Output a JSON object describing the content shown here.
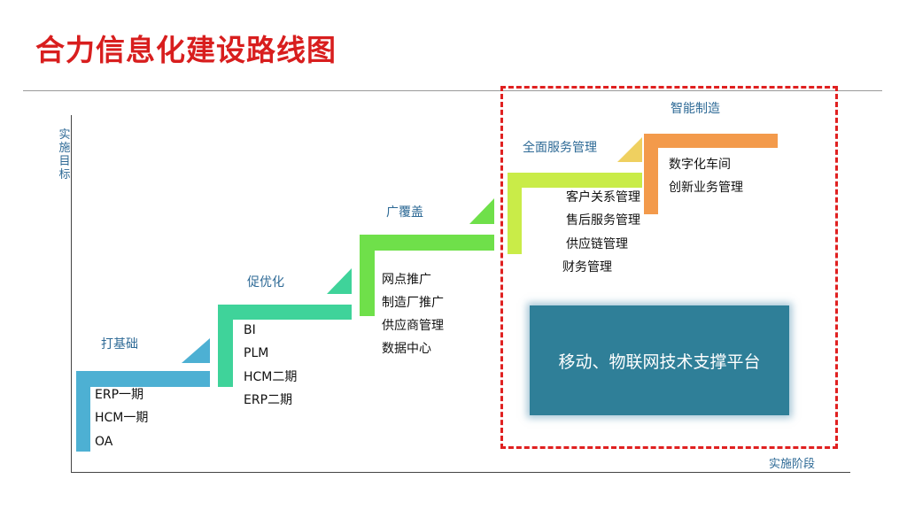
{
  "title": "合力信息化建设路线图",
  "axes": {
    "y_label": "实施目标",
    "x_label": "实施阶段"
  },
  "stages": [
    {
      "label": "打基础",
      "color": "#4db0d3",
      "items": [
        "ERP一期",
        "HCM一期",
        "OA"
      ]
    },
    {
      "label": "促优化",
      "color": "#3fd39a",
      "items": [
        "BI",
        "PLM",
        "HCM二期",
        "ERP二期"
      ]
    },
    {
      "label": "广覆盖",
      "color": "#6fe04a",
      "items": [
        "网点推广",
        "制造厂推广",
        "供应商管理",
        "数据中心"
      ]
    },
    {
      "label": "全面服务管理",
      "color": "#c9ec48",
      "items": [
        "客户关系管理",
        "售后服务管理",
        "供应链管理",
        "财务管理"
      ]
    },
    {
      "label": "智能制造",
      "color": "#f39a4b",
      "items": [
        "数字化车间",
        "创新业务管理"
      ]
    }
  ],
  "platform": {
    "label": "移动、物联网技术支撑平台",
    "color": "#2f7f98"
  },
  "colors": {
    "title": "#d81e1e",
    "stage_label": "#2e6a96",
    "dashed_border": "#e02020"
  }
}
